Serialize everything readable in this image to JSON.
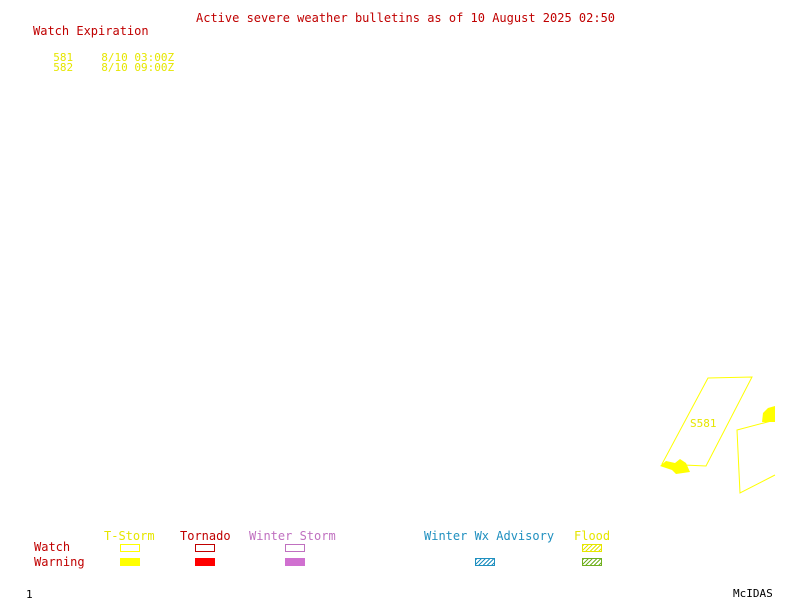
{
  "header": {
    "title": "Active severe weather bulletins as of 10 August 2025 02:50"
  },
  "watch_expiration": {
    "title": "Watch Expiration",
    "rows": [
      {
        "id": "581",
        "expires": "8/10 03:00Z"
      },
      {
        "id": "582",
        "expires": "8/10 09:00Z"
      }
    ]
  },
  "map": {
    "watch_label": "S581",
    "watch_color": "#ffff00"
  },
  "legend": {
    "row_labels": {
      "watch": "Watch",
      "warning": "Warning"
    },
    "categories": [
      {
        "name": "T-Storm",
        "color": "#ffff00",
        "key": "tstorm"
      },
      {
        "name": "Tornado",
        "color": "#ff0000",
        "key": "tornado"
      },
      {
        "name": "Winter Storm",
        "color": "#d070d0",
        "key": "winter_storm"
      },
      {
        "name": "Winter Wx Advisory",
        "color": "#2090c0",
        "key": "winter_wx"
      },
      {
        "name": "Flood",
        "color": "#70b020",
        "key": "flood"
      }
    ]
  },
  "footer": {
    "frame_number": "1",
    "brand": "McIDAS"
  }
}
